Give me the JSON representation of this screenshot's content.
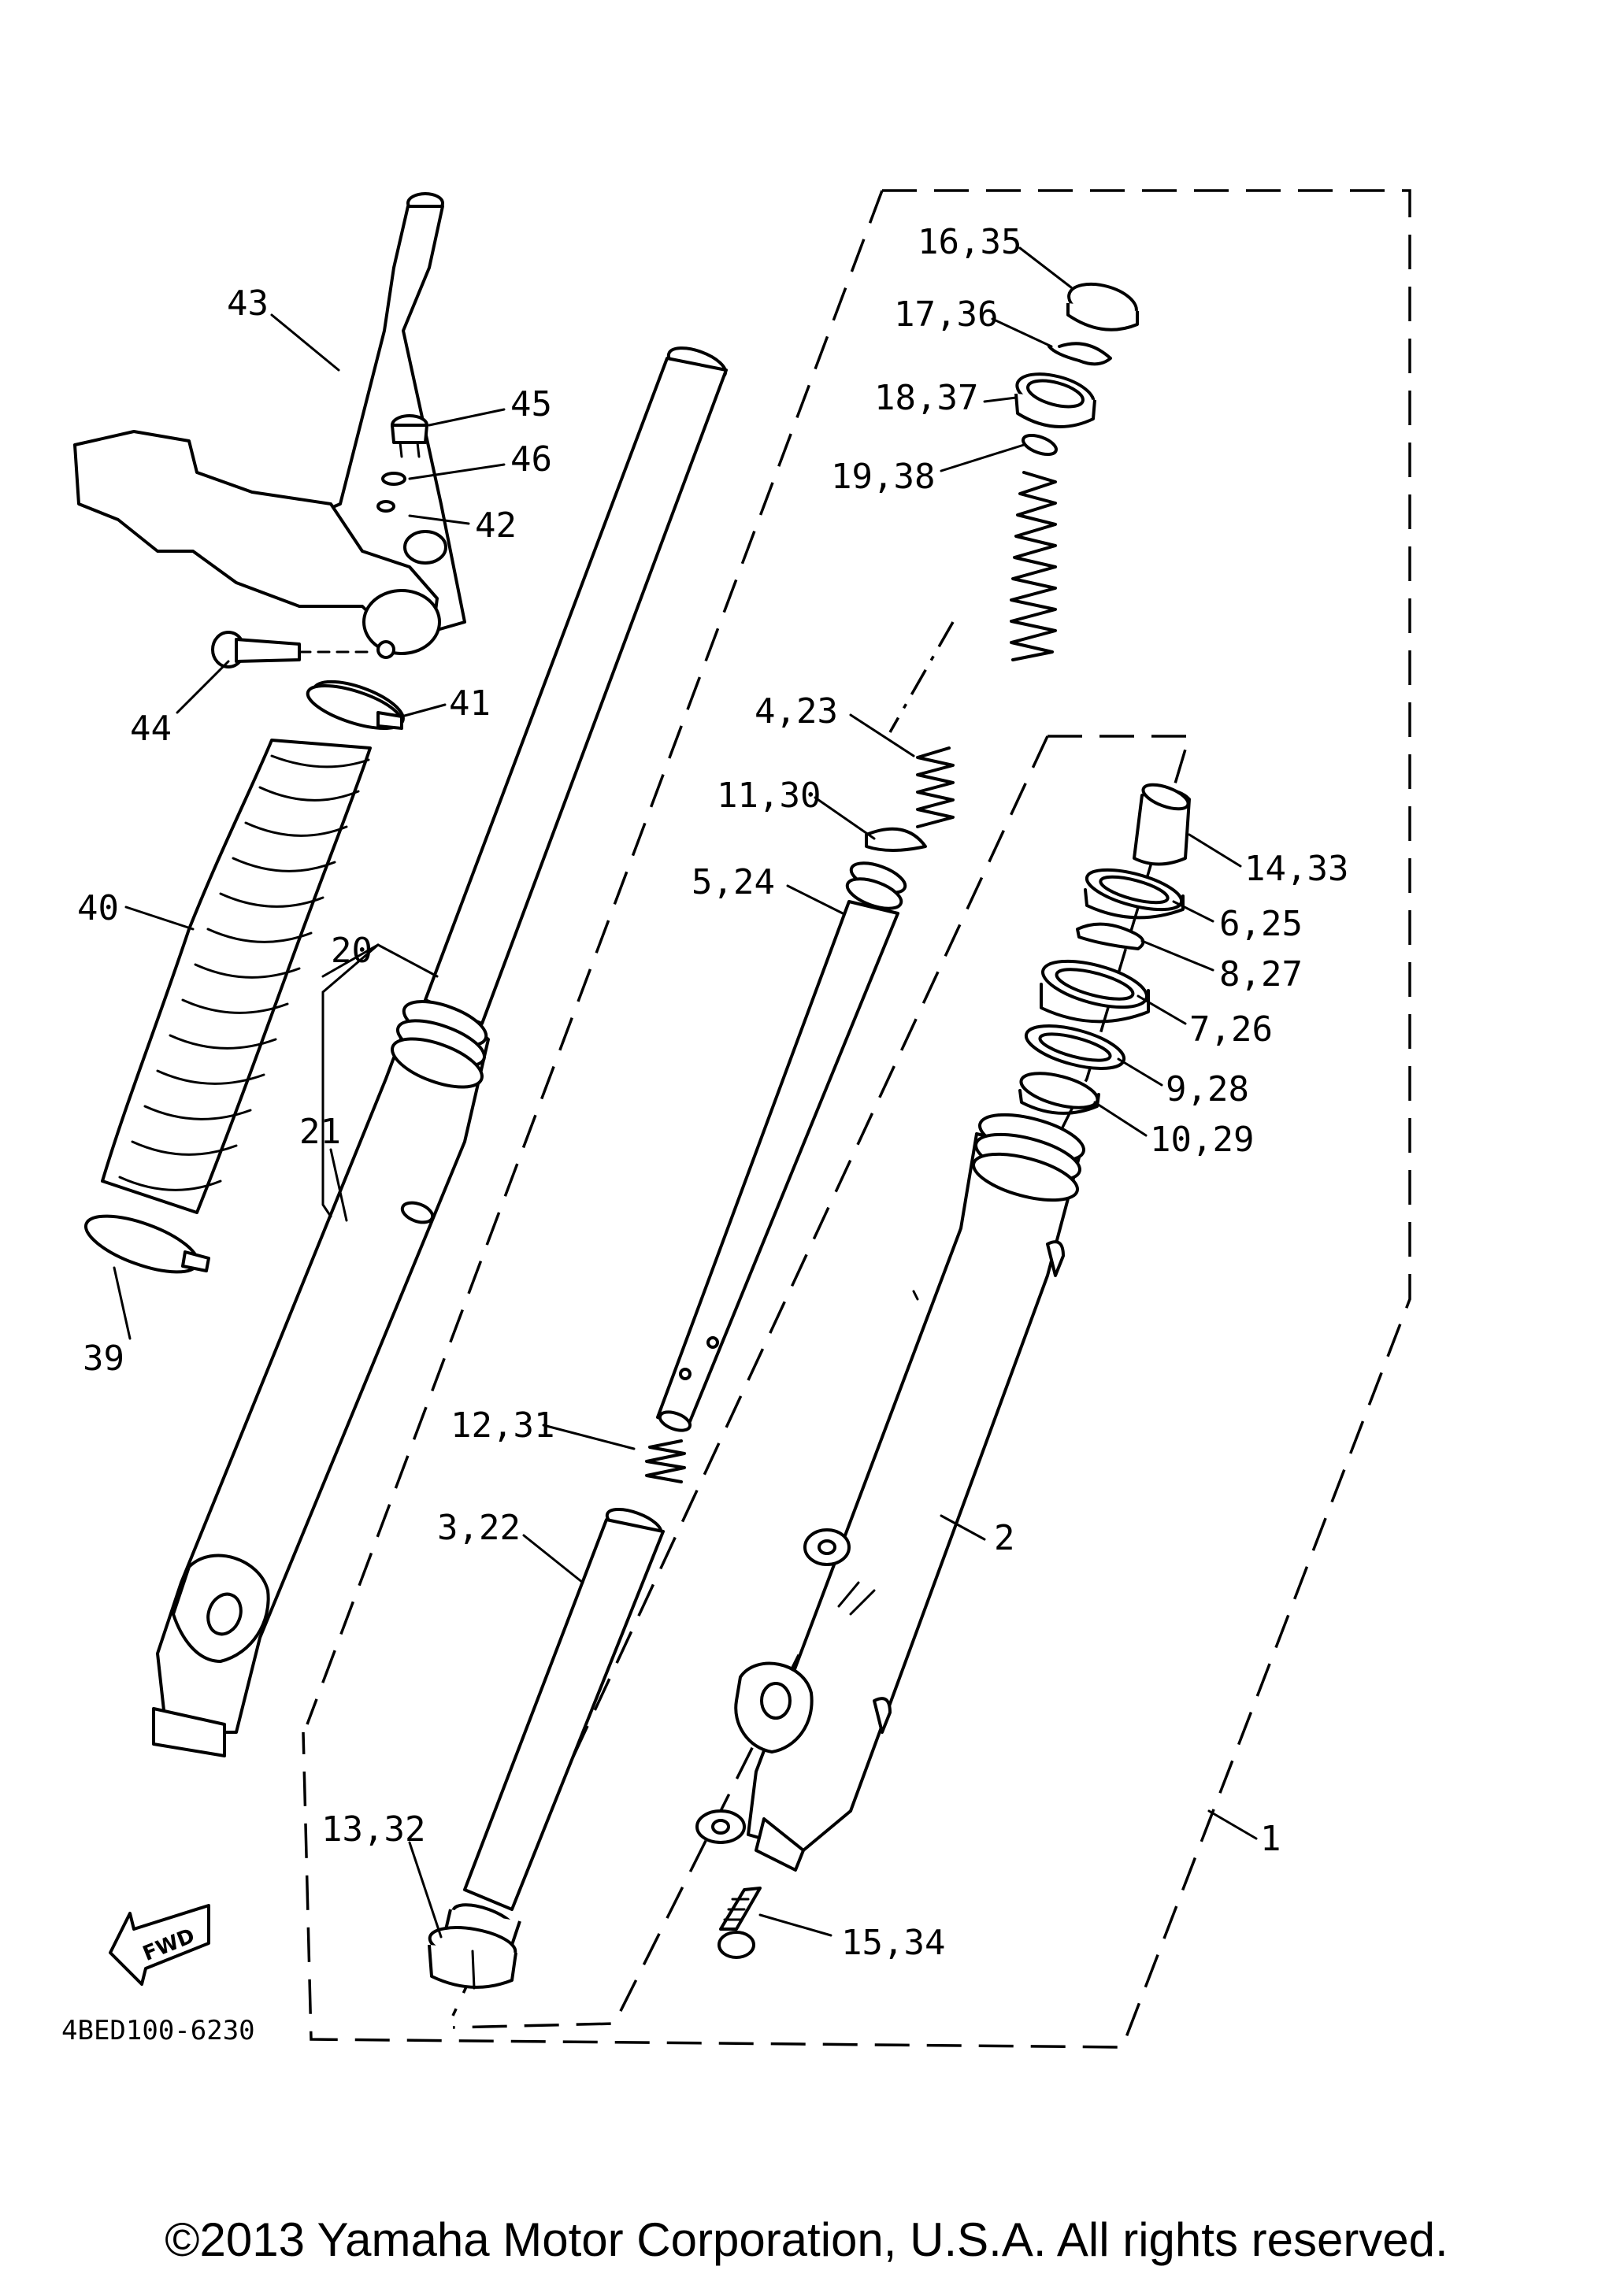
{
  "diagram": {
    "diagram_code": "4BED100-6230",
    "direction_marker": "FWD",
    "callouts": [
      {
        "id": "c1",
        "label": "1"
      },
      {
        "id": "c2",
        "label": "2"
      },
      {
        "id": "c3",
        "label": "3,22"
      },
      {
        "id": "c4",
        "label": "4,23"
      },
      {
        "id": "c5",
        "label": "5,24"
      },
      {
        "id": "c6",
        "label": "6,25"
      },
      {
        "id": "c7",
        "label": "7,26"
      },
      {
        "id": "c8",
        "label": "8,27"
      },
      {
        "id": "c9",
        "label": "9,28"
      },
      {
        "id": "c10",
        "label": "10,29"
      },
      {
        "id": "c11",
        "label": "11,30"
      },
      {
        "id": "c12",
        "label": "12,31"
      },
      {
        "id": "c13",
        "label": "13,32"
      },
      {
        "id": "c14",
        "label": "14,33"
      },
      {
        "id": "c15",
        "label": "15,34"
      },
      {
        "id": "c16",
        "label": "16,35"
      },
      {
        "id": "c17",
        "label": "17,36"
      },
      {
        "id": "c18",
        "label": "18,37"
      },
      {
        "id": "c19",
        "label": "19,38"
      },
      {
        "id": "c20",
        "label": "20"
      },
      {
        "id": "c21",
        "label": "21"
      },
      {
        "id": "c39",
        "label": "39"
      },
      {
        "id": "c40",
        "label": "40"
      },
      {
        "id": "c41",
        "label": "41"
      },
      {
        "id": "c42",
        "label": "42"
      },
      {
        "id": "c43",
        "label": "43"
      },
      {
        "id": "c44",
        "label": "44"
      },
      {
        "id": "c45",
        "label": "45"
      },
      {
        "id": "c46",
        "label": "46"
      }
    ]
  },
  "footer": {
    "copyright": "©2013 Yamaha Motor Corporation, U.S.A. All rights reserved."
  }
}
